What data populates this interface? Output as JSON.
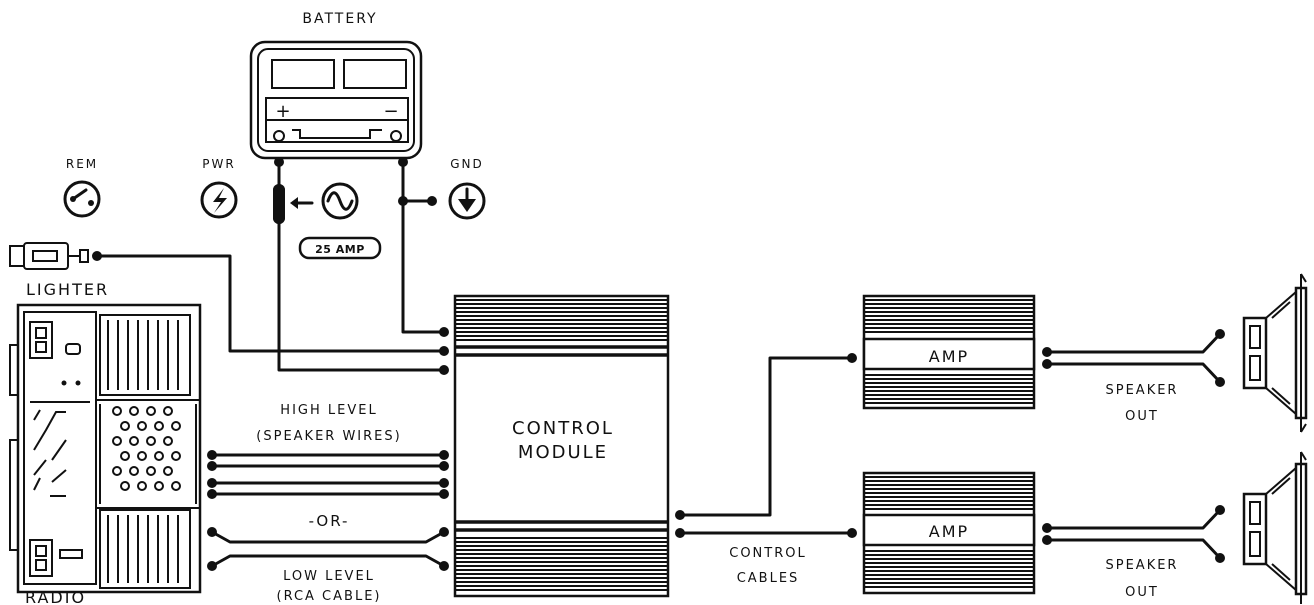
{
  "labels": {
    "battery": "BATTERY",
    "rem": "REM",
    "pwr": "PWR",
    "gnd": "GND",
    "fuse": "25 AMP",
    "lighter": "LIGHTER",
    "radio": "RADIO",
    "high_level_1": "HIGH LEVEL",
    "high_level_2": "(SPEAKER WIRES)",
    "or": "-OR-",
    "low_level_1": "LOW LEVEL",
    "low_level_2": "(RCA CABLE)",
    "control_module_1": "CONTROL",
    "control_module_2": "MODULE",
    "control_cables_1": "CONTROL",
    "control_cables_2": "CABLES",
    "amp_top": "AMP",
    "amp_bottom": "AMP",
    "speaker_top_1": "SPEAKER",
    "speaker_top_2": "OUT",
    "speaker_bottom_1": "SPEAKER",
    "speaker_bottom_2": "OUT",
    "battery_plus": "+",
    "battery_minus": "−"
  },
  "icons": {
    "rem": "remote-switch-icon",
    "pwr": "lightning-bolt-icon",
    "ac": "sine-wave-icon",
    "gnd": "ground-arrow-icon",
    "lighter": "cigarette-lighter-icon",
    "speaker": "speaker-icon"
  },
  "colors": {
    "ink": "#111111",
    "background": "#ffffff"
  }
}
